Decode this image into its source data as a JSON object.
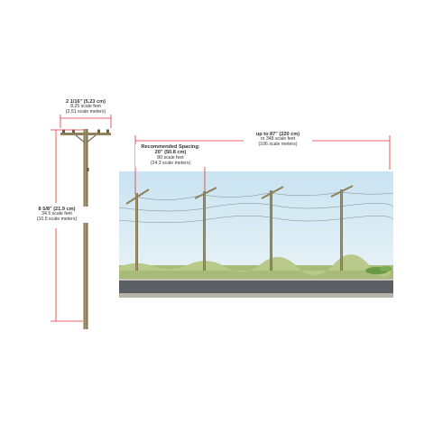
{
  "colors": {
    "dimension_line": "#e0313f",
    "sky_top": "#cfe6f2",
    "sky_bottom": "#eaf4f8",
    "grass": "#a9bb78",
    "road": "#5b5f63",
    "pole_wood": "#9a8a63"
  },
  "dimensions": {
    "crossarm_width": {
      "main": "2 1/16\" (5.23 cm)",
      "line1": "8.25 scale feet",
      "line2": "(2.51 scale meters)"
    },
    "pole_height": {
      "main": "8 5/8\" (21.9 cm)",
      "line1": "34.5 scale feet",
      "line2": "(10.5 scale meters)"
    },
    "total_span": {
      "main": "up to 87\" (220 cm)",
      "line1": "or 348 scale feet",
      "line2": "(106 scale meters)"
    },
    "spacing": {
      "title": "Recommended Spacing:",
      "main": "20\" (50.8 cm)",
      "line1": "80 scale feet",
      "line2": "(24.3 scale meters)"
    }
  }
}
